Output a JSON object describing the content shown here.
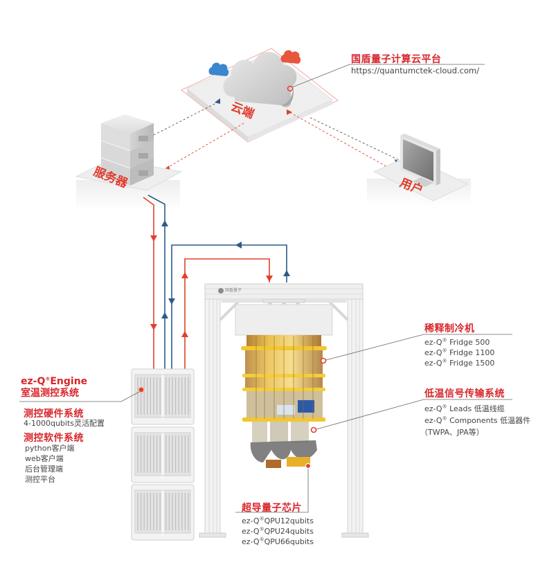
{
  "colors": {
    "accent_red": "#e0402a",
    "title_red": "#d8262c",
    "signal_blue": "#2c5a8a",
    "signal_red": "#e0402a",
    "platform_gray": "#efefef",
    "text_gray": "#444444"
  },
  "nodes": {
    "cloud": {
      "label": "云端"
    },
    "server": {
      "label": "服务器"
    },
    "user": {
      "label": "用户"
    }
  },
  "cloud_platform": {
    "title": "国盾量子计算云平台",
    "url": "https://quantumctek-cloud.com/"
  },
  "fridge_brand": "国盾量子",
  "dilution_fridge": {
    "title": "稀释制冷机",
    "items": [
      {
        "prefix": "ez-Q",
        "mark": "®",
        "name": " Fridge 500"
      },
      {
        "prefix": "ez-Q",
        "mark": "®",
        "name": " Fridge 1100"
      },
      {
        "prefix": "ez-Q",
        "mark": "®",
        "name": " Fridge 1500"
      }
    ]
  },
  "cryo_signal": {
    "title": "低温信号传输系统",
    "items": [
      {
        "prefix": "ez-Q",
        "mark": "®",
        "name": " Leads  低温线缆"
      },
      {
        "prefix": "ez-Q",
        "mark": "®",
        "name": " Components  低温器件"
      }
    ],
    "note": "（TWPA、JPA等）"
  },
  "engine": {
    "title_prefix": "ez-Q",
    "title_mark": "®",
    "title_name": "Engine",
    "subtitle": "室温测控系统",
    "hardware": {
      "title": "测控硬件系统",
      "desc": "4-1000qubits灵活配置"
    },
    "software": {
      "title": "测控软件系统",
      "items": [
        "python客户端",
        "web客户端",
        "后台管理端",
        "测控平台"
      ]
    }
  },
  "chip": {
    "title": "超导量子芯片",
    "items": [
      {
        "prefix": "ez-Q",
        "mark": "®",
        "name": "QPU12qubits"
      },
      {
        "prefix": "ez-Q",
        "mark": "®",
        "name": "QPU24qubits"
      },
      {
        "prefix": "ez-Q",
        "mark": "®",
        "name": "QPU66qubits"
      }
    ]
  }
}
